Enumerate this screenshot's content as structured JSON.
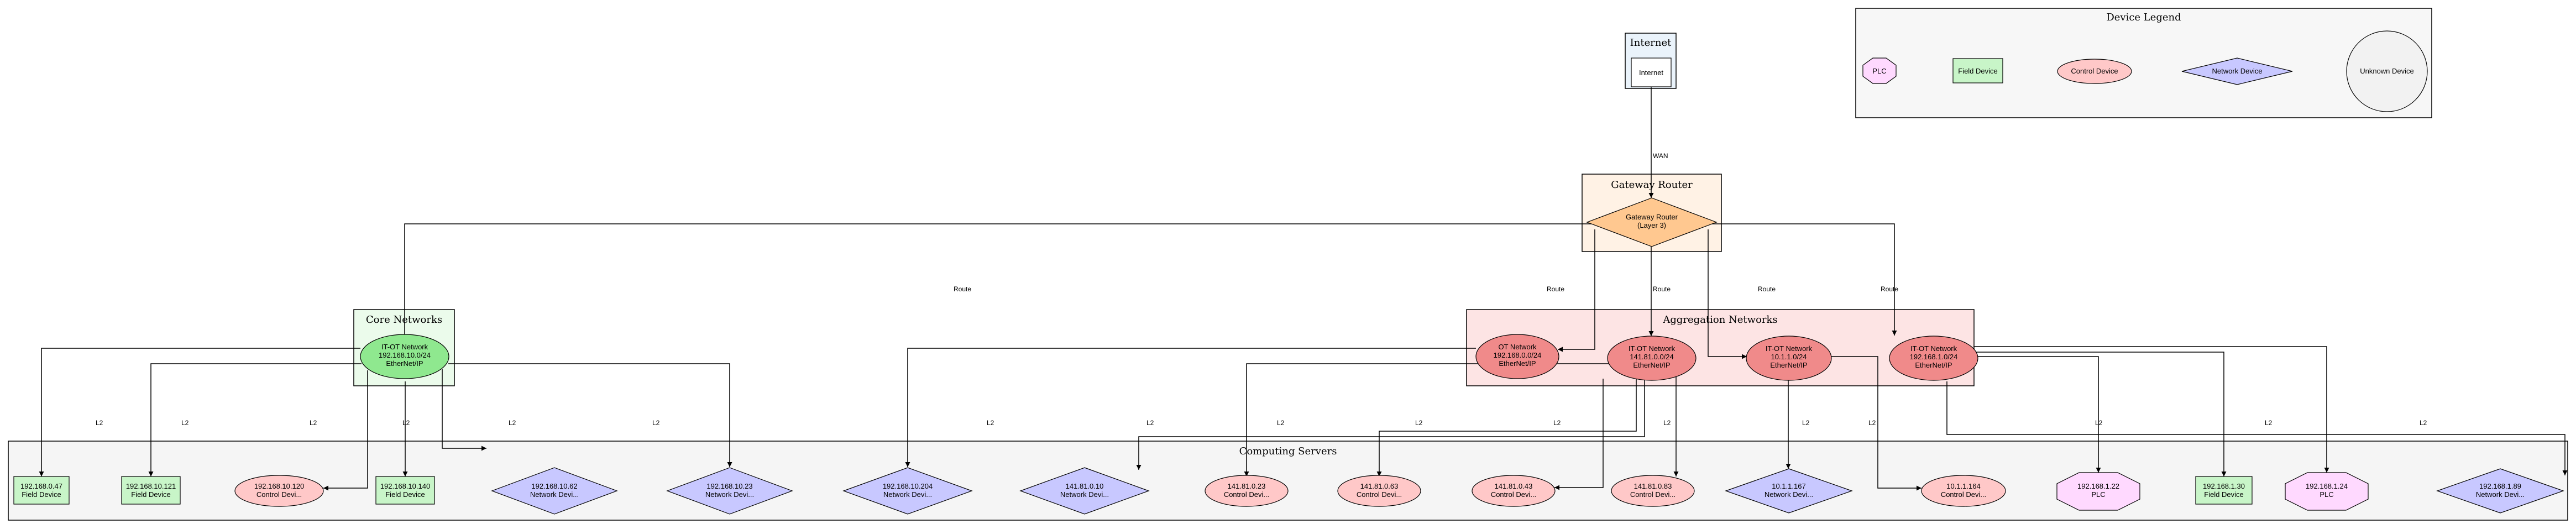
{
  "clusters": {
    "internet": {
      "label": "Internet"
    },
    "gateway": {
      "label": "Gateway Router"
    },
    "core": {
      "label": "Core Networks"
    },
    "aggregation": {
      "label": "Aggregation Networks"
    },
    "servers": {
      "label": "Computing Servers"
    },
    "legend": {
      "label": "Device Legend"
    }
  },
  "colors": {
    "plc": "#ffd9ff",
    "field": "#c8f5c8",
    "control": "#ffc8c8",
    "network": "#c8c8ff",
    "unknown": "#f2f2f2",
    "core_net": "#8fe88f",
    "agg_net": "#f08a8a",
    "gateway": "#ffc890"
  },
  "nodes": {
    "internet": {
      "lines": [
        "Internet"
      ]
    },
    "gateway": {
      "lines": [
        "Gateway Router",
        "(Layer 3)"
      ]
    },
    "core_net": {
      "lines": [
        "IT-OT Network",
        "192.168.10.0/24",
        "EtherNet/IP"
      ]
    },
    "agg_ot": {
      "lines": [
        "OT Network",
        "192.168.0.0/24",
        "EtherNet/IP"
      ]
    },
    "agg_141": {
      "lines": [
        "IT-OT Network",
        "141.81.0.0/24",
        "EtherNet/IP"
      ]
    },
    "agg_10": {
      "lines": [
        "IT-OT Network",
        "10.1.1.0/24",
        "EtherNet/IP"
      ]
    },
    "agg_192_1": {
      "lines": [
        "IT-OT Network",
        "192.168.1.0/24",
        "EtherNet/IP"
      ]
    },
    "s01": {
      "lines": [
        "192.168.0.47",
        "Field Device"
      ]
    },
    "s02": {
      "lines": [
        "192.168.10.121",
        "Field Device"
      ]
    },
    "s03": {
      "lines": [
        "192.168.10.120",
        "Control Devi..."
      ]
    },
    "s04": {
      "lines": [
        "192.168.10.140",
        "Field Device"
      ]
    },
    "s05": {
      "lines": [
        "192.168.10.62",
        "Network Devi..."
      ]
    },
    "s06": {
      "lines": [
        "192.168.10.23",
        "Network Devi..."
      ]
    },
    "s07": {
      "lines": [
        "192.168.10.204",
        "Network Devi..."
      ]
    },
    "s08": {
      "lines": [
        "141.81.0.10",
        "Network Devi..."
      ]
    },
    "s09": {
      "lines": [
        "141.81.0.23",
        "Control Devi..."
      ]
    },
    "s10": {
      "lines": [
        "141.81.0.63",
        "Control Devi..."
      ]
    },
    "s11": {
      "lines": [
        "141.81.0.43",
        "Control Devi..."
      ]
    },
    "s12": {
      "lines": [
        "141.81.0.83",
        "Control Devi..."
      ]
    },
    "s13": {
      "lines": [
        "10.1.1.167",
        "Network Devi..."
      ]
    },
    "s14": {
      "lines": [
        "10.1.1.164",
        "Control Devi..."
      ]
    },
    "s15": {
      "lines": [
        "192.168.1.22",
        "PLC"
      ]
    },
    "s16": {
      "lines": [
        "192.168.1.30",
        "Field Device"
      ]
    },
    "s17": {
      "lines": [
        "192.168.1.24",
        "PLC"
      ]
    },
    "s18": {
      "lines": [
        "192.168.1.89",
        "Network Devi..."
      ]
    },
    "leg_plc": {
      "lines": [
        "PLC"
      ]
    },
    "leg_field": {
      "lines": [
        "Field Device"
      ]
    },
    "leg_control": {
      "lines": [
        "Control Device"
      ]
    },
    "leg_network": {
      "lines": [
        "Network Device"
      ]
    },
    "leg_unknown": {
      "lines": [
        "Unknown Device"
      ]
    }
  },
  "edge_labels": {
    "wan": "WAN",
    "route": "Route",
    "l2": "L2"
  }
}
